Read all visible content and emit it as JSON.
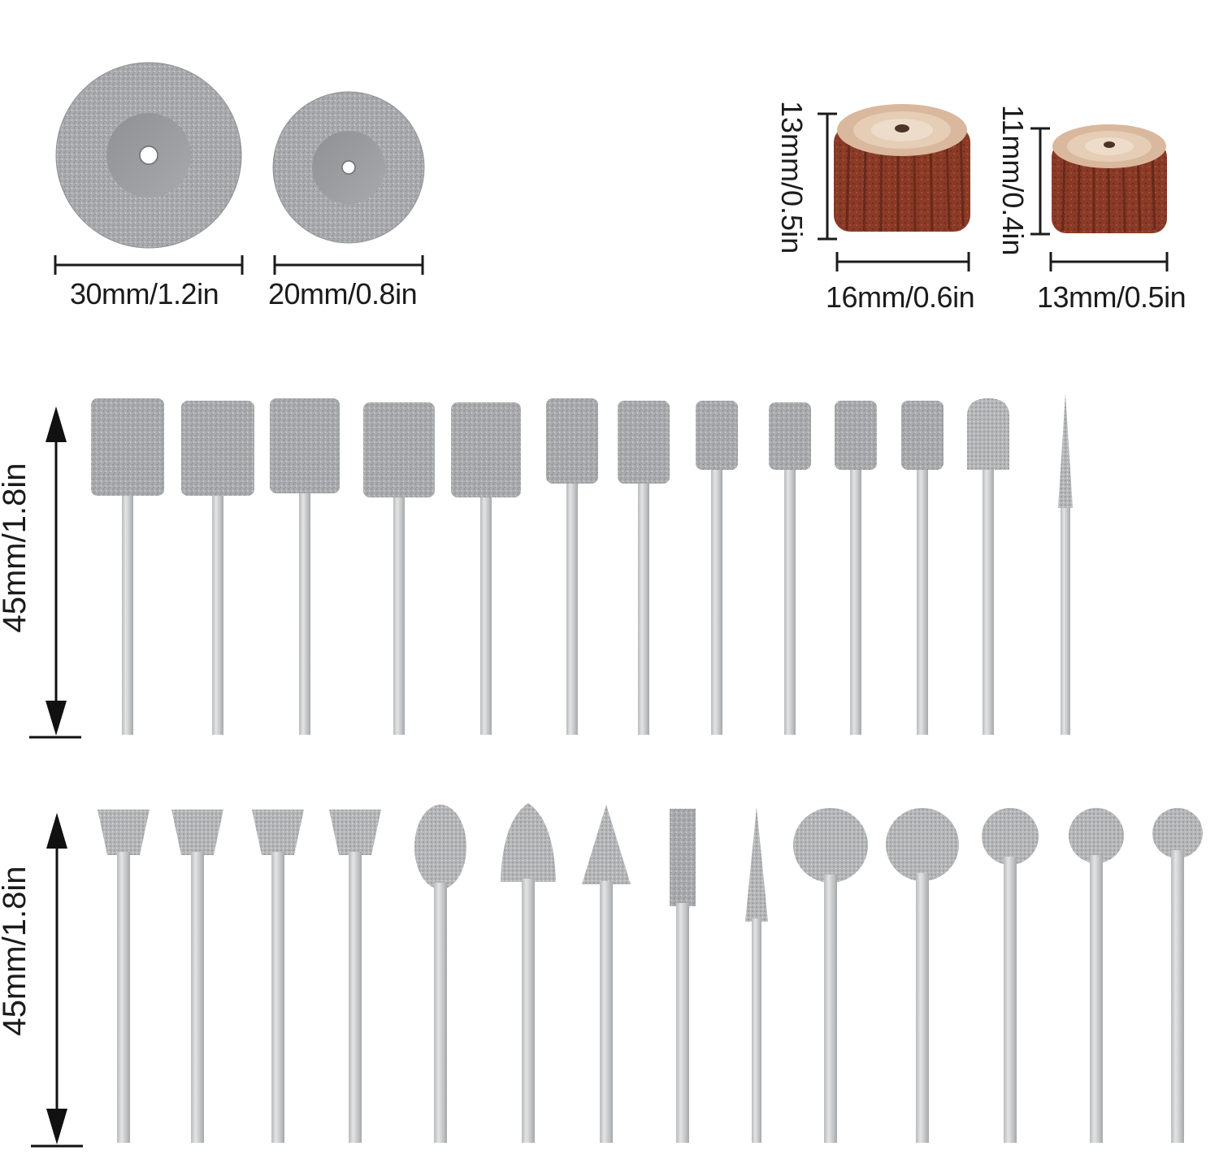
{
  "dimensions": {
    "disc_large_width": "30mm/1.2in",
    "disc_small_width": "20mm/0.8in",
    "flap_large_height": "13mm/0.5in",
    "flap_large_width": "16mm/0.6in",
    "flap_small_height": "11mm/0.4in",
    "flap_small_width": "13mm/0.5in",
    "row1_length": "45mm/1.8in",
    "row2_length": "45mm/1.8in"
  },
  "colors": {
    "diamond_grit": "#a9abad",
    "shank": "#c9cbcd",
    "sandpaper": "#8a3a26",
    "measure_line": "#1b1b1b"
  },
  "row1_bits": [
    "cylinder",
    "cylinder",
    "cylinder",
    "cylinder",
    "cylinder",
    "cylinder",
    "cylinder",
    "cylinder",
    "cylinder",
    "cylinder",
    "cylinder",
    "cylinder-rounded",
    "needle"
  ],
  "row2_bits": [
    "inverted-cone",
    "inverted-cone",
    "inverted-cone",
    "inverted-cone",
    "oval",
    "bullet",
    "cone",
    "thin-cylinder",
    "needle",
    "ball",
    "ball",
    "ball",
    "ball",
    "ball"
  ]
}
